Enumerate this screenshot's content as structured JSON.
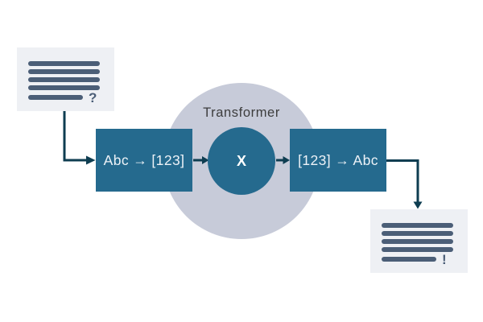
{
  "diagram": {
    "title": "Transformer",
    "input_card": {
      "mark": "?"
    },
    "output_card": {
      "mark": "!"
    },
    "encoder_box": {
      "label": "Abc → [123]"
    },
    "core": {
      "label": "X"
    },
    "decoder_box": {
      "label": "[123] → Abc"
    },
    "colors": {
      "teal": "#256a8e",
      "halo": "#c7cbd9",
      "arrow": "#0e3d51",
      "card_bg": "#eef0f4",
      "card_line": "#4b5e77",
      "title_text": "#3d3d3d",
      "box_text": "#edf2f7",
      "background": "#ffffff"
    }
  }
}
